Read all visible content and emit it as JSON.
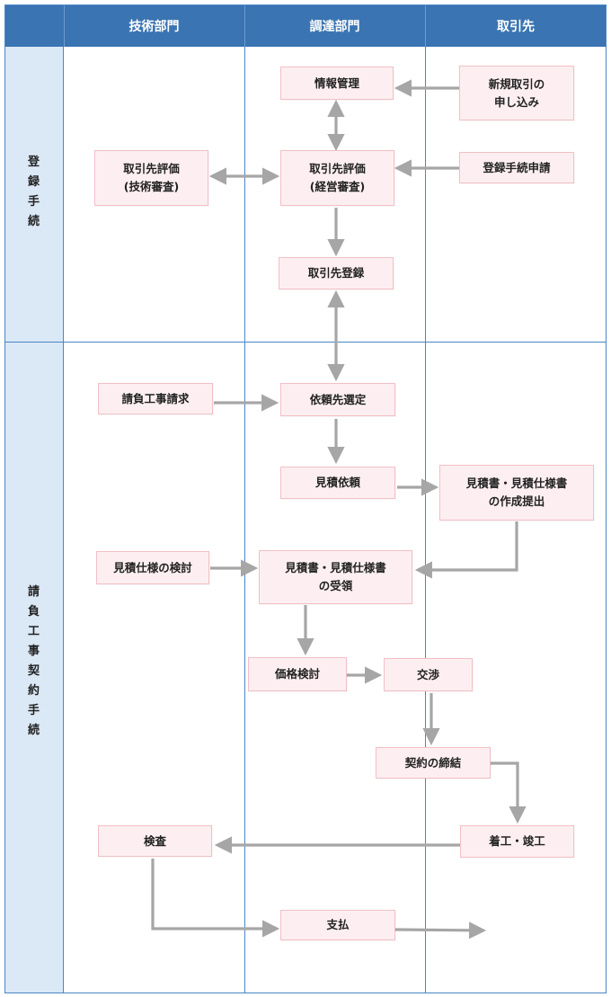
{
  "headers": {
    "tech": "技術部門",
    "procurement": "調達部門",
    "supplier": "取引先"
  },
  "lanes": {
    "registration": [
      "登",
      "録",
      "手",
      "続"
    ],
    "contract": [
      "請",
      "負",
      "工",
      "事",
      "契",
      "約",
      "手",
      "続"
    ]
  },
  "boxes": {
    "info_mgmt": "情報管理",
    "new_application": "新規取引の\n申し込み",
    "eval_tech": "取引先評価\n(技術審査)",
    "eval_mgmt": "取引先評価\n(経営審査)",
    "registration_application": "登録手続申請",
    "supplier_registration": "取引先登録",
    "work_request": "請負工事請求",
    "vendor_selection": "依頼先選定",
    "quote_request": "見積依頼",
    "quote_creation": "見積書・見積仕様書\nの作成提出",
    "spec_review": "見積仕様の検討",
    "quote_receipt": "見積書・見積仕様書\nの受領",
    "price_review": "価格検討",
    "negotiation": "交渉",
    "contract_signing": "契約の締結",
    "construction": "着工・竣工",
    "inspection": "検査",
    "payment": "支払"
  },
  "colors": {
    "header_bg": "#3a74b2",
    "lane_bg": "#dbe8f6",
    "grid_line": "#4a86c5",
    "box_bg": "#fdeff1",
    "box_border": "#f2bfc6",
    "arrow": "#a6a6a6"
  }
}
